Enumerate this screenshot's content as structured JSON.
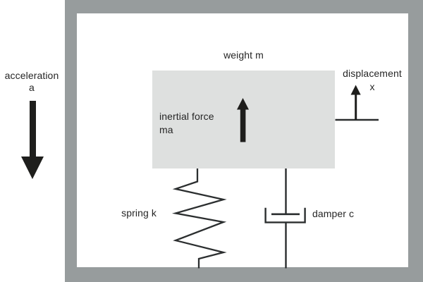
{
  "labels": {
    "acceleration": {
      "line1": "acceleration",
      "line2": "a"
    },
    "weight": "weight m",
    "inertial_force": {
      "line1": "inertial force",
      "line2": "ma"
    },
    "displacement": {
      "line1": "displacement",
      "line2": "x"
    },
    "spring": "spring k",
    "damper": "damper c"
  },
  "icons": {
    "acceleration_arrow": "thick-down-arrow",
    "inertial_force_arrow": "thick-up-arrow",
    "displacement_arrow": "small-up-arrow",
    "spring_symbol": "zigzag-coil-spring",
    "damper_symbol": "dashpot-cup-with-piston"
  },
  "colors": {
    "frame-gray": "#979c9d",
    "mass-gray": "#dee0df",
    "line-dark": "#2b2e2f",
    "arrow-black": "#1e1e1c",
    "text-dark": "#262626",
    "background": "#ffffff"
  }
}
